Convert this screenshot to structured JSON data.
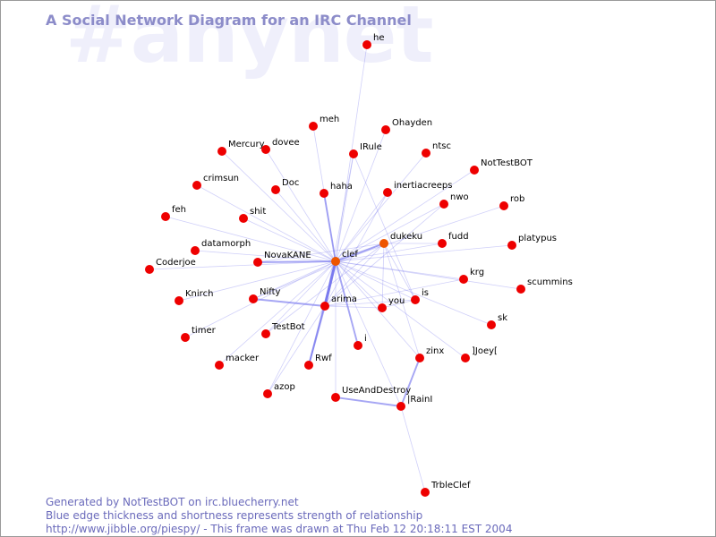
{
  "watermark": "#anynet",
  "title": "A Social Network Diagram for an IRC Channel",
  "footer": {
    "line1": "Generated by NotTestBOT on irc.bluecherry.net",
    "line2": "Blue edge thickness and shortness represents strength of relationship",
    "line3": "http://www.jibble.org/piespy/ - This frame was drawn at Thu Feb 12 20:18:11 EST 2004"
  },
  "colors": {
    "node": "#ee0000",
    "node_active": "#ee5500",
    "edge": "#7777ee",
    "title": "#8c8cc9",
    "watermark": "#efeffb",
    "footer": "#6a6abb",
    "frame_border": "#9a9a9a"
  },
  "graph": {
    "nodes": [
      {
        "id": "he",
        "label": "he"
      },
      {
        "id": "meh",
        "label": "meh"
      },
      {
        "id": "Ohayden",
        "label": "Ohayden"
      },
      {
        "id": "Mercury",
        "label": "Mercury"
      },
      {
        "id": "dovee",
        "label": "dovee"
      },
      {
        "id": "IRule",
        "label": "IRule"
      },
      {
        "id": "ntsc",
        "label": "ntsc"
      },
      {
        "id": "NotTestBOT",
        "label": "NotTestBOT"
      },
      {
        "id": "crimsun",
        "label": "crimsun"
      },
      {
        "id": "Doc",
        "label": "Doc"
      },
      {
        "id": "haha",
        "label": "haha"
      },
      {
        "id": "inertiacreeps",
        "label": "inertiacreeps"
      },
      {
        "id": "rob",
        "label": "rob"
      },
      {
        "id": "feh",
        "label": "feh"
      },
      {
        "id": "shit",
        "label": "shit"
      },
      {
        "id": "nwo",
        "label": "nwo"
      },
      {
        "id": "platypus",
        "label": "platypus"
      },
      {
        "id": "datamorph",
        "label": "datamorph"
      },
      {
        "id": "dukeku",
        "label": "dukeku",
        "active": true
      },
      {
        "id": "fudd",
        "label": "fudd"
      },
      {
        "id": "NovaKANE",
        "label": "NovaKANE"
      },
      {
        "id": "clef",
        "label": "clef",
        "active": true
      },
      {
        "id": "Coderjoe",
        "label": "Coderjoe"
      },
      {
        "id": "krg",
        "label": "krg"
      },
      {
        "id": "scummins",
        "label": "scummins"
      },
      {
        "id": "Nifty",
        "label": "Nifty"
      },
      {
        "id": "is",
        "label": "is"
      },
      {
        "id": "Knirch",
        "label": "Knirch"
      },
      {
        "id": "arima",
        "label": "arima"
      },
      {
        "id": "you",
        "label": "you"
      },
      {
        "id": "sk",
        "label": "sk"
      },
      {
        "id": "timer",
        "label": "timer"
      },
      {
        "id": "TestBot",
        "label": "TestBot"
      },
      {
        "id": "i",
        "label": "i"
      },
      {
        "id": "]Joey[",
        "label": "]Joey["
      },
      {
        "id": "zinx",
        "label": "zinx"
      },
      {
        "id": "macker",
        "label": "macker"
      },
      {
        "id": "Rwf",
        "label": "Rwf"
      },
      {
        "id": "azop",
        "label": "azop"
      },
      {
        "id": "UseAndDestroy",
        "label": "UseAndDestroy"
      },
      {
        "id": "|RainI",
        "label": "|RainI"
      },
      {
        "id": "TrbleClef",
        "label": "TrbleClef"
      }
    ],
    "edges": [
      {
        "from": "clef",
        "to": "he",
        "strength": 1
      },
      {
        "from": "clef",
        "to": "meh",
        "strength": 1
      },
      {
        "from": "clef",
        "to": "Ohayden",
        "strength": 1
      },
      {
        "from": "clef",
        "to": "Mercury",
        "strength": 1
      },
      {
        "from": "clef",
        "to": "dovee",
        "strength": 1
      },
      {
        "from": "clef",
        "to": "IRule",
        "strength": 1
      },
      {
        "from": "clef",
        "to": "ntsc",
        "strength": 1
      },
      {
        "from": "clef",
        "to": "NotTestBOT",
        "strength": 1
      },
      {
        "from": "clef",
        "to": "crimsun",
        "strength": 1
      },
      {
        "from": "clef",
        "to": "Doc",
        "strength": 1
      },
      {
        "from": "clef",
        "to": "haha",
        "strength": 2
      },
      {
        "from": "clef",
        "to": "inertiacreeps",
        "strength": 1
      },
      {
        "from": "clef",
        "to": "rob",
        "strength": 1
      },
      {
        "from": "clef",
        "to": "feh",
        "strength": 1
      },
      {
        "from": "clef",
        "to": "shit",
        "strength": 1
      },
      {
        "from": "clef",
        "to": "nwo",
        "strength": 1
      },
      {
        "from": "clef",
        "to": "platypus",
        "strength": 1
      },
      {
        "from": "clef",
        "to": "datamorph",
        "strength": 1
      },
      {
        "from": "clef",
        "to": "dukeku",
        "strength": 2
      },
      {
        "from": "clef",
        "to": "fudd",
        "strength": 1
      },
      {
        "from": "clef",
        "to": "NovaKANE",
        "strength": 2
      },
      {
        "from": "clef",
        "to": "Coderjoe",
        "strength": 1
      },
      {
        "from": "clef",
        "to": "krg",
        "strength": 1
      },
      {
        "from": "clef",
        "to": "scummins",
        "strength": 1
      },
      {
        "from": "clef",
        "to": "Nifty",
        "strength": 1
      },
      {
        "from": "clef",
        "to": "is",
        "strength": 1
      },
      {
        "from": "clef",
        "to": "Knirch",
        "strength": 1
      },
      {
        "from": "clef",
        "to": "arima",
        "strength": 3
      },
      {
        "from": "clef",
        "to": "you",
        "strength": 1
      },
      {
        "from": "clef",
        "to": "sk",
        "strength": 1
      },
      {
        "from": "clef",
        "to": "timer",
        "strength": 1
      },
      {
        "from": "clef",
        "to": "TestBot",
        "strength": 1
      },
      {
        "from": "clef",
        "to": "i",
        "strength": 2
      },
      {
        "from": "clef",
        "to": "]Joey[",
        "strength": 1
      },
      {
        "from": "clef",
        "to": "zinx",
        "strength": 1
      },
      {
        "from": "clef",
        "to": "macker",
        "strength": 1
      },
      {
        "from": "clef",
        "to": "Rwf",
        "strength": 2
      },
      {
        "from": "clef",
        "to": "azop",
        "strength": 1
      },
      {
        "from": "clef",
        "to": "UseAndDestroy",
        "strength": 1
      },
      {
        "from": "clef",
        "to": "|RainI",
        "strength": 1
      },
      {
        "from": "IRule",
        "to": "is",
        "strength": 1
      },
      {
        "from": "IRule",
        "to": "arima",
        "strength": 1
      },
      {
        "from": "inertiacreeps",
        "to": "arima",
        "strength": 1
      },
      {
        "from": "nwo",
        "to": "arima",
        "strength": 1
      },
      {
        "from": "dukeku",
        "to": "arima",
        "strength": 1
      },
      {
        "from": "dukeku",
        "to": "fudd",
        "strength": 1
      },
      {
        "from": "dukeku",
        "to": "you",
        "strength": 1
      },
      {
        "from": "dukeku",
        "to": "is",
        "strength": 1
      },
      {
        "from": "dukeku",
        "to": "zinx",
        "strength": 1
      },
      {
        "from": "dukeku",
        "to": "NovaKANE",
        "strength": 1
      },
      {
        "from": "dukeku",
        "to": "Nifty",
        "strength": 1
      },
      {
        "from": "dukeku",
        "to": "TestBot",
        "strength": 1
      },
      {
        "from": "Nifty",
        "to": "arima",
        "strength": 2
      },
      {
        "from": "arima",
        "to": "Rwf",
        "strength": 2
      },
      {
        "from": "arima",
        "to": "you",
        "strength": 1
      },
      {
        "from": "arima",
        "to": "is",
        "strength": 1
      },
      {
        "from": "arima",
        "to": "krg",
        "strength": 1
      },
      {
        "from": "arima",
        "to": "azop",
        "strength": 1
      },
      {
        "from": "you",
        "to": "is",
        "strength": 1
      },
      {
        "from": "zinx",
        "to": "|RainI",
        "strength": 2
      },
      {
        "from": "UseAndDestroy",
        "to": "|RainI",
        "strength": 2
      },
      {
        "from": "|RainI",
        "to": "TrbleClef",
        "strength": 1
      }
    ]
  }
}
